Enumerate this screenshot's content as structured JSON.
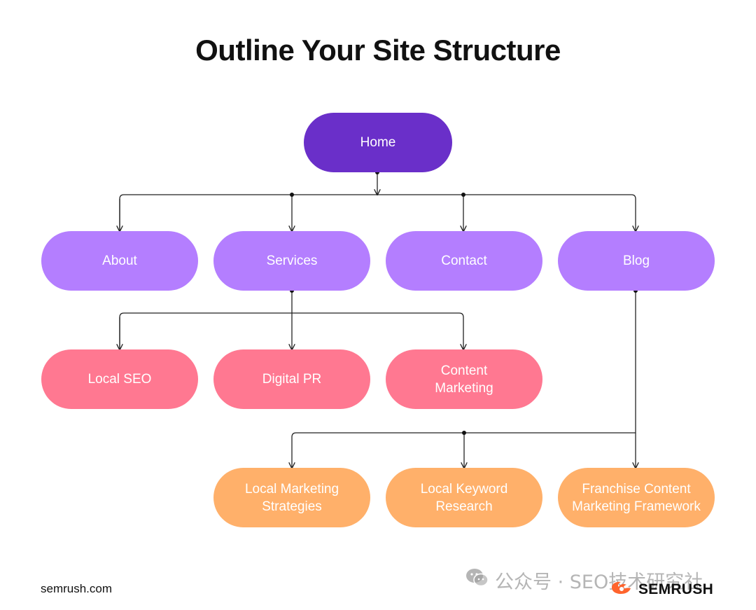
{
  "title": "Outline Your Site Structure",
  "colors": {
    "home": "#6a2fc9",
    "level1": "#b47eff",
    "level2": "#ff7891",
    "level3": "#ffb06a",
    "line": "#222222"
  },
  "nodes": {
    "home": "Home",
    "about": "About",
    "services": "Services",
    "contact": "Contact",
    "blog": "Blog",
    "local_seo": "Local SEO",
    "digital_pr": "Digital PR",
    "content_marketing": "Content\nMarketing",
    "local_marketing_strategies": "Local Marketing\nStrategies",
    "local_keyword_research": "Local Keyword\nResearch",
    "franchise_content": "Franchise Content\nMarketing Framework"
  },
  "footer": {
    "site": "semrush.com",
    "watermark": "公众号 · SEO技术研究社",
    "brand": "SEMRUSH"
  },
  "icons": {
    "wechat": "wechat-icon",
    "semrush_logo": "semrush-flame-icon"
  }
}
